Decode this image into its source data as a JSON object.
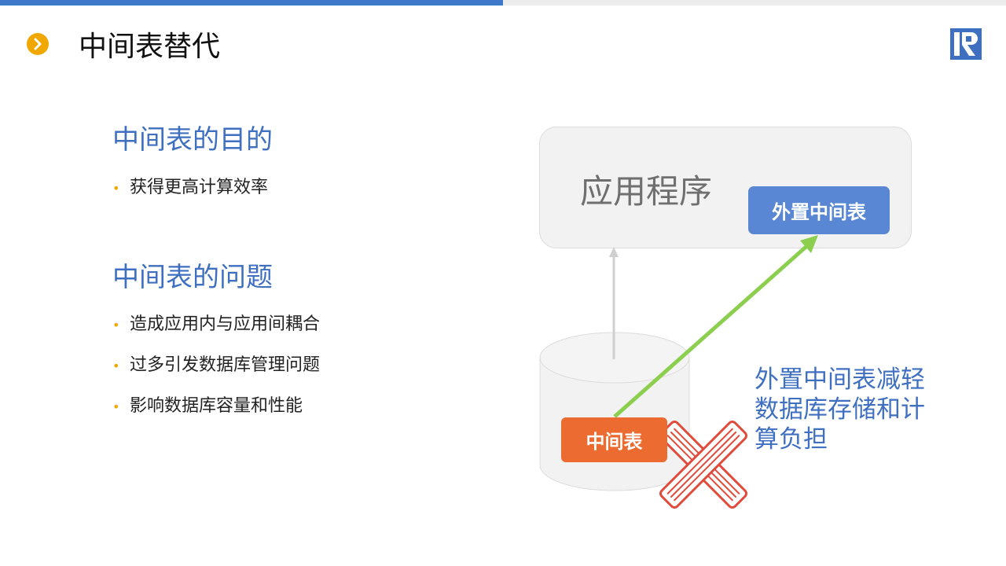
{
  "slide": {
    "title": "中间表替代",
    "title_icon": "chevron-right-icon",
    "logo_icon": "brand-logo-icon"
  },
  "left": {
    "section1": {
      "heading": "中间表的目的",
      "bullets": [
        "获得更高计算效率"
      ]
    },
    "section2": {
      "heading": "中间表的问题",
      "bullets": [
        "造成应用内与应用间耦合",
        "过多引发数据库管理问题",
        "影响数据库容量和性能"
      ]
    }
  },
  "diagram": {
    "app_label": "应用程序",
    "external_table_label": "外置中间表",
    "intermediate_table_label": "中间表",
    "note_lines": [
      "外置中间表减轻",
      "数据库存储和计",
      "算负担"
    ],
    "colors": {
      "accent_blue": "#3f6fc0",
      "button_blue": "#5a87d4",
      "orange": "#ec6b30",
      "green_arrow": "#8ccf4f",
      "red_cross": "#e04b3c",
      "bullet_gold": "#f0a800"
    }
  }
}
